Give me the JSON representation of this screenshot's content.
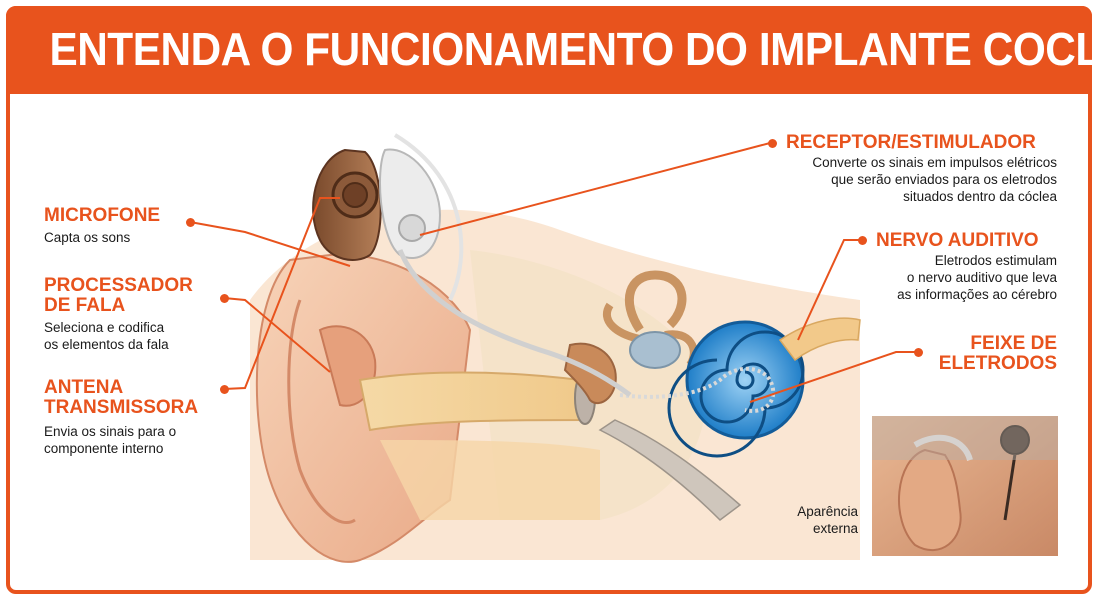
{
  "title": "ENTENDA O FUNCIONAMENTO DO IMPLANTE COCLEAR",
  "colors": {
    "accent": "#e8531d",
    "skin": "#f3c4a4",
    "cochlea": "#2f8fd4",
    "leader": "#e8531d"
  },
  "labels": {
    "microfone": {
      "title": "MICROFONE",
      "desc": "Capta os sons"
    },
    "processador": {
      "title_line1": "PROCESSADOR",
      "title_line2": "DE FALA",
      "desc_line1": "Seleciona e codifica",
      "desc_line2": "os elementos da fala"
    },
    "antena": {
      "title_line1": "ANTENA",
      "title_line2": "TRANSMISSORA",
      "desc_line1": "Envia os sinais para o",
      "desc_line2": "componente interno"
    },
    "receptor": {
      "title": "RECEPTOR/ESTIMULADOR",
      "desc_line1": "Converte os sinais em impulsos elétricos",
      "desc_line2": "que serão enviados para os eletrodos",
      "desc_line3": "situados dentro da cóclea"
    },
    "nervo": {
      "title": "NERVO AUDITIVO",
      "desc_line1": "Eletrodos estimulam",
      "desc_line2": "o nervo auditivo que leva",
      "desc_line3": "as informações ao cérebro"
    },
    "feixe": {
      "title_line1": "FEIXE DE",
      "title_line2": "ELETRODOS"
    }
  },
  "inset": {
    "caption_line1": "Aparência",
    "caption_line2": "externa"
  }
}
